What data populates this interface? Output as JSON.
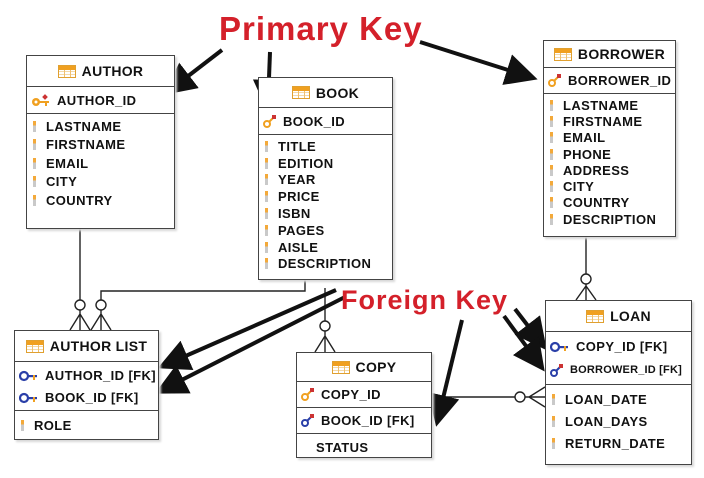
{
  "annotations": {
    "primary": "Primary Key",
    "foreign": "Foreign Key"
  },
  "colors": {
    "annotation": "#d4202a",
    "primary_key_icon": "#f0a020",
    "foreign_key_icon": "#2a3fa8",
    "table_icon": "#f0a020"
  },
  "entities": {
    "author": {
      "name": "AUTHOR",
      "keys": [
        {
          "label": "AUTHOR_ID",
          "icon": "primary-key-icon"
        }
      ],
      "attrs": [
        "LASTNAME",
        "FIRSTNAME",
        "EMAIL",
        "CITY",
        "COUNTRY"
      ]
    },
    "book": {
      "name": "BOOK",
      "keys": [
        {
          "label": "BOOK_ID",
          "icon": "primary-key-icon"
        }
      ],
      "attrs": [
        "TITLE",
        "EDITION",
        "YEAR",
        "PRICE",
        "ISBN",
        "PAGES",
        "AISLE",
        "DESCRIPTION"
      ]
    },
    "borrower": {
      "name": "BORROWER",
      "keys": [
        {
          "label": "BORROWER_ID",
          "icon": "primary-key-icon"
        }
      ],
      "attrs": [
        "LASTNAME",
        "FIRSTNAME",
        "EMAIL",
        "PHONE",
        "ADDRESS",
        "CITY",
        "COUNTRY",
        "DESCRIPTION"
      ]
    },
    "author_list": {
      "name": "AUTHOR LIST",
      "keys": [
        {
          "label": "AUTHOR_ID [FK]",
          "icon": "foreign-key-icon"
        },
        {
          "label": "BOOK_ID [FK]",
          "icon": "foreign-key-icon"
        }
      ],
      "attrs": [
        "ROLE"
      ]
    },
    "copy": {
      "name": "COPY",
      "keys": [
        {
          "label": "COPY_ID",
          "icon": "primary-key-icon"
        }
      ],
      "fks": [
        {
          "label": "BOOK_ID [FK]",
          "icon": "foreign-key-icon"
        }
      ],
      "attrs": [
        "STATUS"
      ]
    },
    "loan": {
      "name": "LOAN",
      "keys": [
        {
          "label": "COPY_ID [FK]",
          "icon": "foreign-key-icon"
        },
        {
          "label": "BORROWER_ID [FK]",
          "icon": "foreign-key-icon"
        }
      ],
      "attrs": [
        "LOAN_DATE",
        "LOAN_DAYS",
        "RETURN_DATE"
      ]
    }
  }
}
